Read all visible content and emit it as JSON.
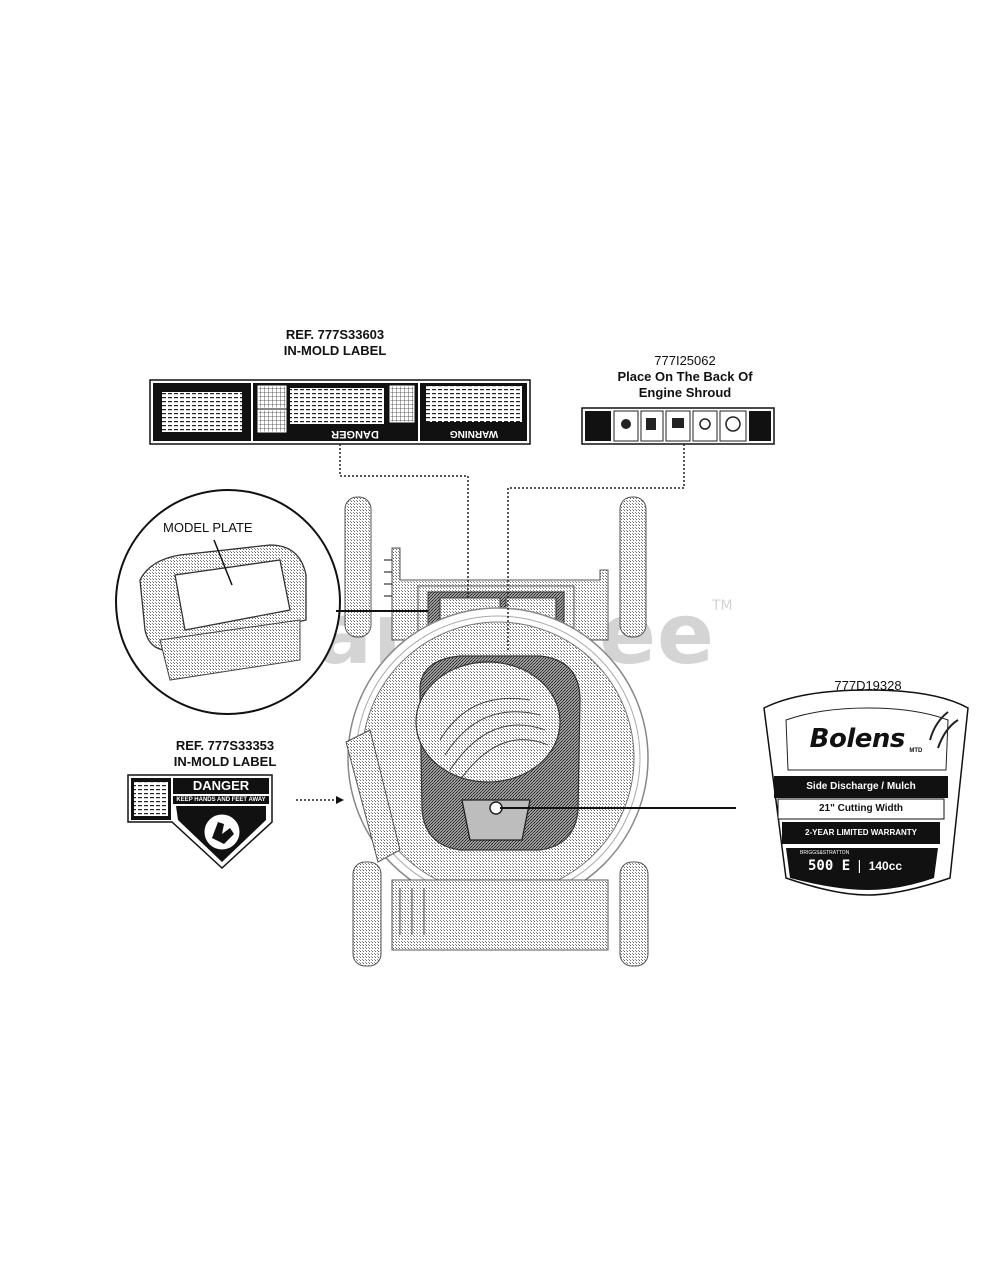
{
  "labels": {
    "label_a": {
      "ref": "REF. 777S33603",
      "name": "IN-MOLD LABEL",
      "danger": "DANGER",
      "warning": "WARNING"
    },
    "label_b": {
      "part": "777I25062",
      "line1": "Place On The Back Of",
      "line2": "Engine Shroud"
    },
    "label_c": {
      "ref": "REF. 777S33353",
      "name": "IN-MOLD LABEL",
      "danger": "DANGER",
      "keep": "KEEP HANDS AND FEET AWAY"
    },
    "label_d": {
      "part": "777D19328",
      "brand": "Bolens",
      "brand_sub": "MTD",
      "line1": "Side Discharge / Mulch",
      "line2": "21\" Cutting Width",
      "line3": "2-YEAR LIMITED WARRANTY",
      "engine_small": "BRIGGS&STRATTON",
      "engine_name": "500 E",
      "engine_cc": "140cc"
    },
    "model_plate": "MODEL PLATE"
  },
  "watermark": {
    "text": "PartsTree",
    "tm": "TM"
  }
}
